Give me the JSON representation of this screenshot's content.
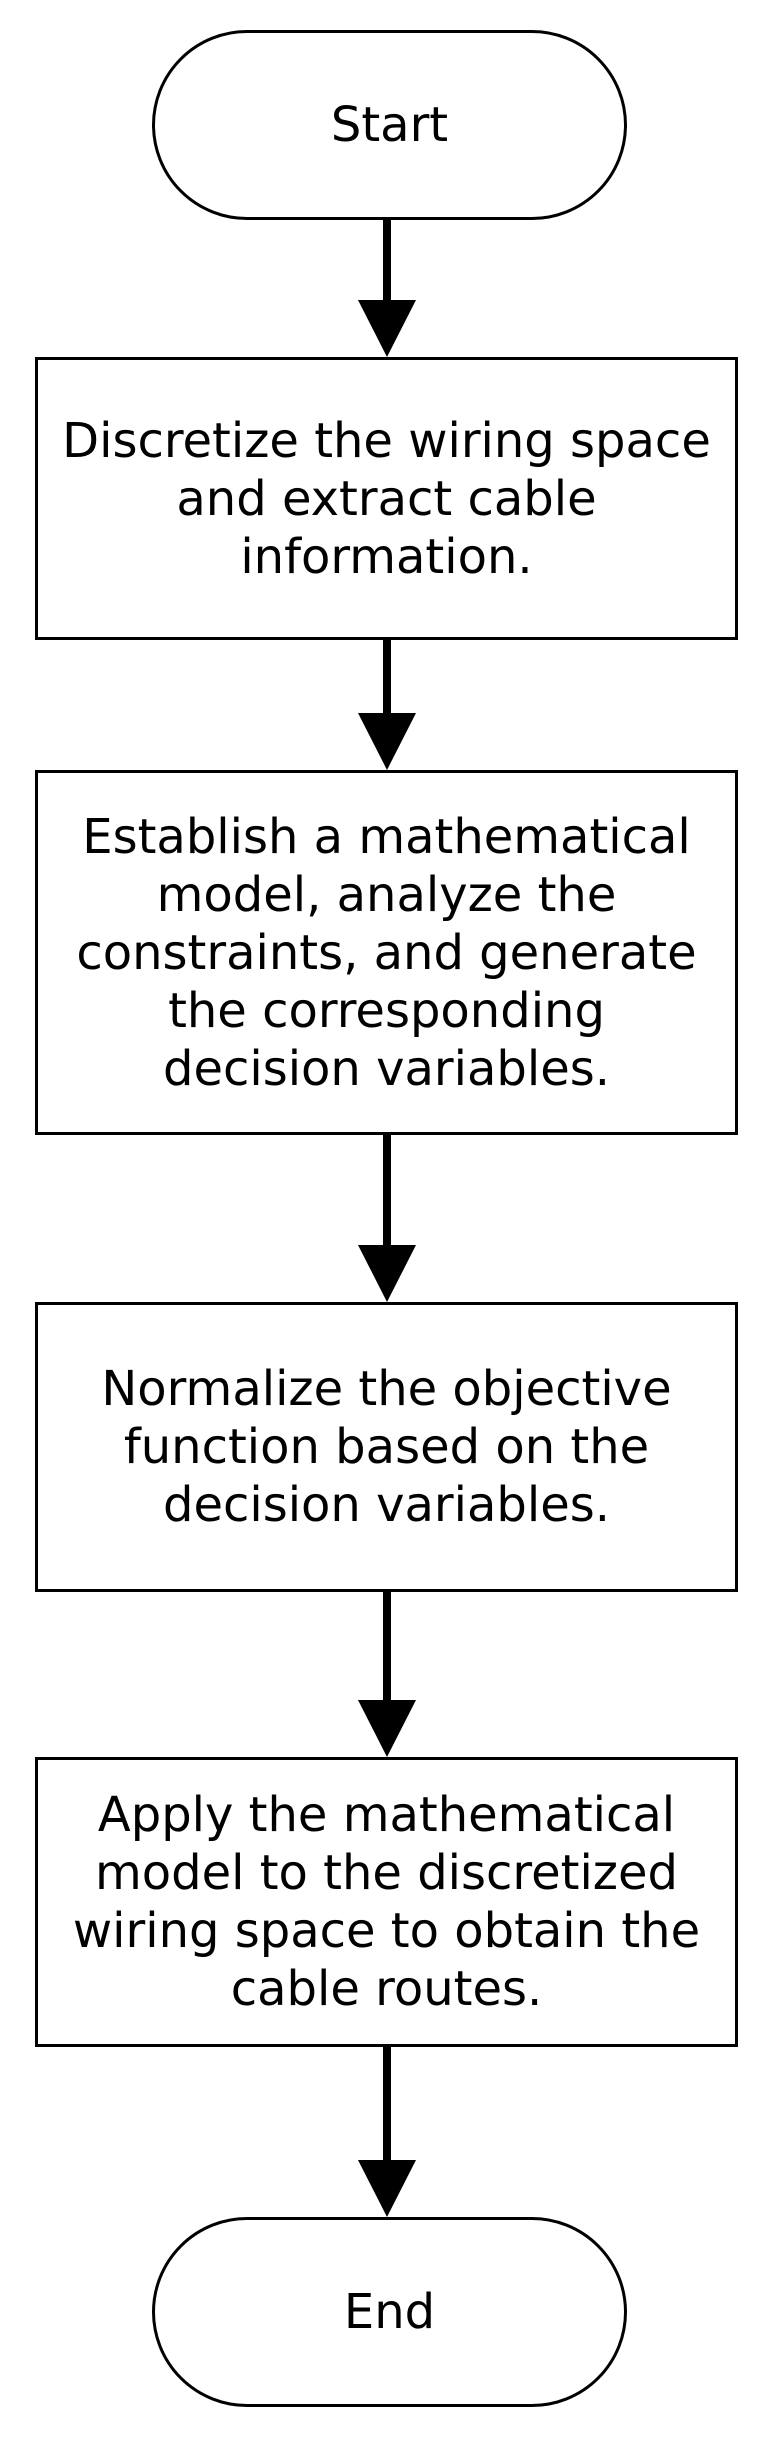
{
  "flowchart": {
    "start_label": "Start",
    "steps": [
      "Discretize the wiring space\nand extract cable\ninformation.",
      "Establish a mathematical\nmodel, analyze the\nconstraints, and generate\nthe corresponding\ndecision variables.",
      "Normalize the objective\nfunction based on the\ndecision variables.",
      "Apply the mathematical\nmodel to the discretized\nwiring space to obtain the\ncable routes."
    ],
    "end_label": "End"
  },
  "colors": {
    "stroke": "#000000",
    "fill": "#ffffff"
  }
}
